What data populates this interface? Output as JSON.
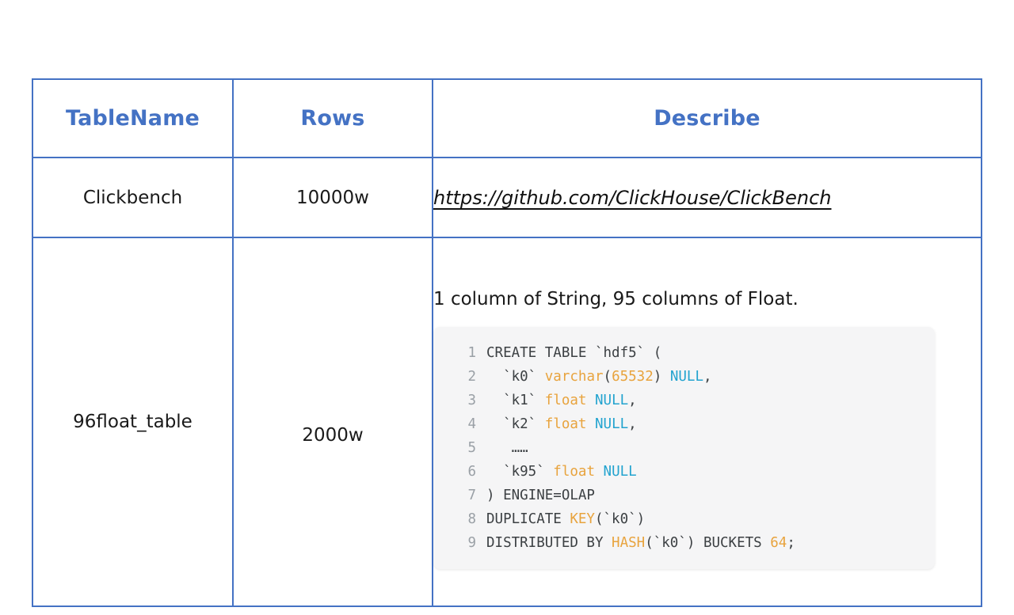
{
  "table": {
    "headers": [
      "TableName",
      "Rows",
      "Describe"
    ],
    "rows": [
      {
        "name": "Clickbench",
        "rows_count": "10000w",
        "describe_link": "https://github.com/ClickHouse/ClickBench"
      },
      {
        "name": "96float_table",
        "rows_count": "2000w",
        "describe_note": "1 column of String, 95 columns of Float.",
        "code": {
          "language": "sql",
          "lines": [
            {
              "number": "1",
              "tokens": [
                {
                  "t": "CREATE TABLE `hdf5` (",
                  "k": "plain"
                }
              ]
            },
            {
              "number": "2",
              "tokens": [
                {
                  "t": "  `k0` ",
                  "k": "plain"
                },
                {
                  "t": "varchar",
                  "k": "kw"
                },
                {
                  "t": "(",
                  "k": "plain"
                },
                {
                  "t": "65532",
                  "k": "num"
                },
                {
                  "t": ") ",
                  "k": "plain"
                },
                {
                  "t": "NULL",
                  "k": "null"
                },
                {
                  "t": ",",
                  "k": "plain"
                }
              ]
            },
            {
              "number": "3",
              "tokens": [
                {
                  "t": "  `k1` ",
                  "k": "plain"
                },
                {
                  "t": "float",
                  "k": "kw"
                },
                {
                  "t": " ",
                  "k": "plain"
                },
                {
                  "t": "NULL",
                  "k": "null"
                },
                {
                  "t": ",",
                  "k": "plain"
                }
              ]
            },
            {
              "number": "4",
              "tokens": [
                {
                  "t": "  `k2` ",
                  "k": "plain"
                },
                {
                  "t": "float",
                  "k": "kw"
                },
                {
                  "t": " ",
                  "k": "plain"
                },
                {
                  "t": "NULL",
                  "k": "null"
                },
                {
                  "t": ",",
                  "k": "plain"
                }
              ]
            },
            {
              "number": "5",
              "tokens": [
                {
                  "t": "   ……",
                  "k": "dots"
                }
              ]
            },
            {
              "number": "6",
              "tokens": [
                {
                  "t": "  `k95` ",
                  "k": "plain"
                },
                {
                  "t": "float",
                  "k": "kw"
                },
                {
                  "t": " ",
                  "k": "plain"
                },
                {
                  "t": "NULL",
                  "k": "null"
                }
              ]
            },
            {
              "number": "7",
              "tokens": [
                {
                  "t": ") ENGINE=OLAP",
                  "k": "plain"
                }
              ]
            },
            {
              "number": "8",
              "tokens": [
                {
                  "t": "DUPLICATE ",
                  "k": "plain"
                },
                {
                  "t": "KEY",
                  "k": "kw"
                },
                {
                  "t": "(`k0`)",
                  "k": "plain"
                }
              ]
            },
            {
              "number": "9",
              "tokens": [
                {
                  "t": "DISTRIBUTED BY ",
                  "k": "plain"
                },
                {
                  "t": "HASH",
                  "k": "kw"
                },
                {
                  "t": "(`k0`) BUCKETS ",
                  "k": "plain"
                },
                {
                  "t": "64",
                  "k": "num"
                },
                {
                  "t": ";",
                  "k": "plain"
                }
              ]
            }
          ]
        }
      }
    ]
  },
  "colors": {
    "border": "#4472c4",
    "header_text": "#4472c4",
    "body_text": "#1a1a1a",
    "code_bg": "#f5f5f6",
    "code_text": "#3c4043",
    "code_linenumber": "#9aa0a6",
    "code_keyword": "#e8a33d",
    "code_null": "#22a3cf",
    "page_bg": "#ffffff"
  }
}
